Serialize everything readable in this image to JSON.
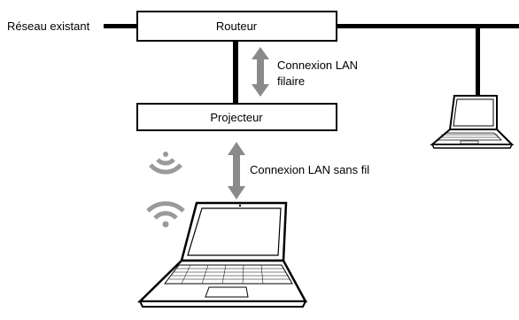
{
  "diagram": {
    "existing_network_label": "Réseau existant",
    "router_label": "Routeur",
    "projector_label": "Projecteur",
    "wired_connection_line1": "Connexion LAN",
    "wired_connection_line2": "filaire",
    "wireless_connection_label": "Connexion LAN sans fil"
  },
  "icons": {
    "router_to_projector": "double-arrow-vertical",
    "projector_to_laptop": "double-arrow-vertical",
    "wireless_signal": "wifi-icon",
    "wired_laptop": "laptop-icon",
    "wireless_laptop": "laptop-icon"
  },
  "colors": {
    "line": "#000000",
    "arrow": "#8a8a8a",
    "signal": "#9a9a9a",
    "box_fill": "#ffffff"
  }
}
